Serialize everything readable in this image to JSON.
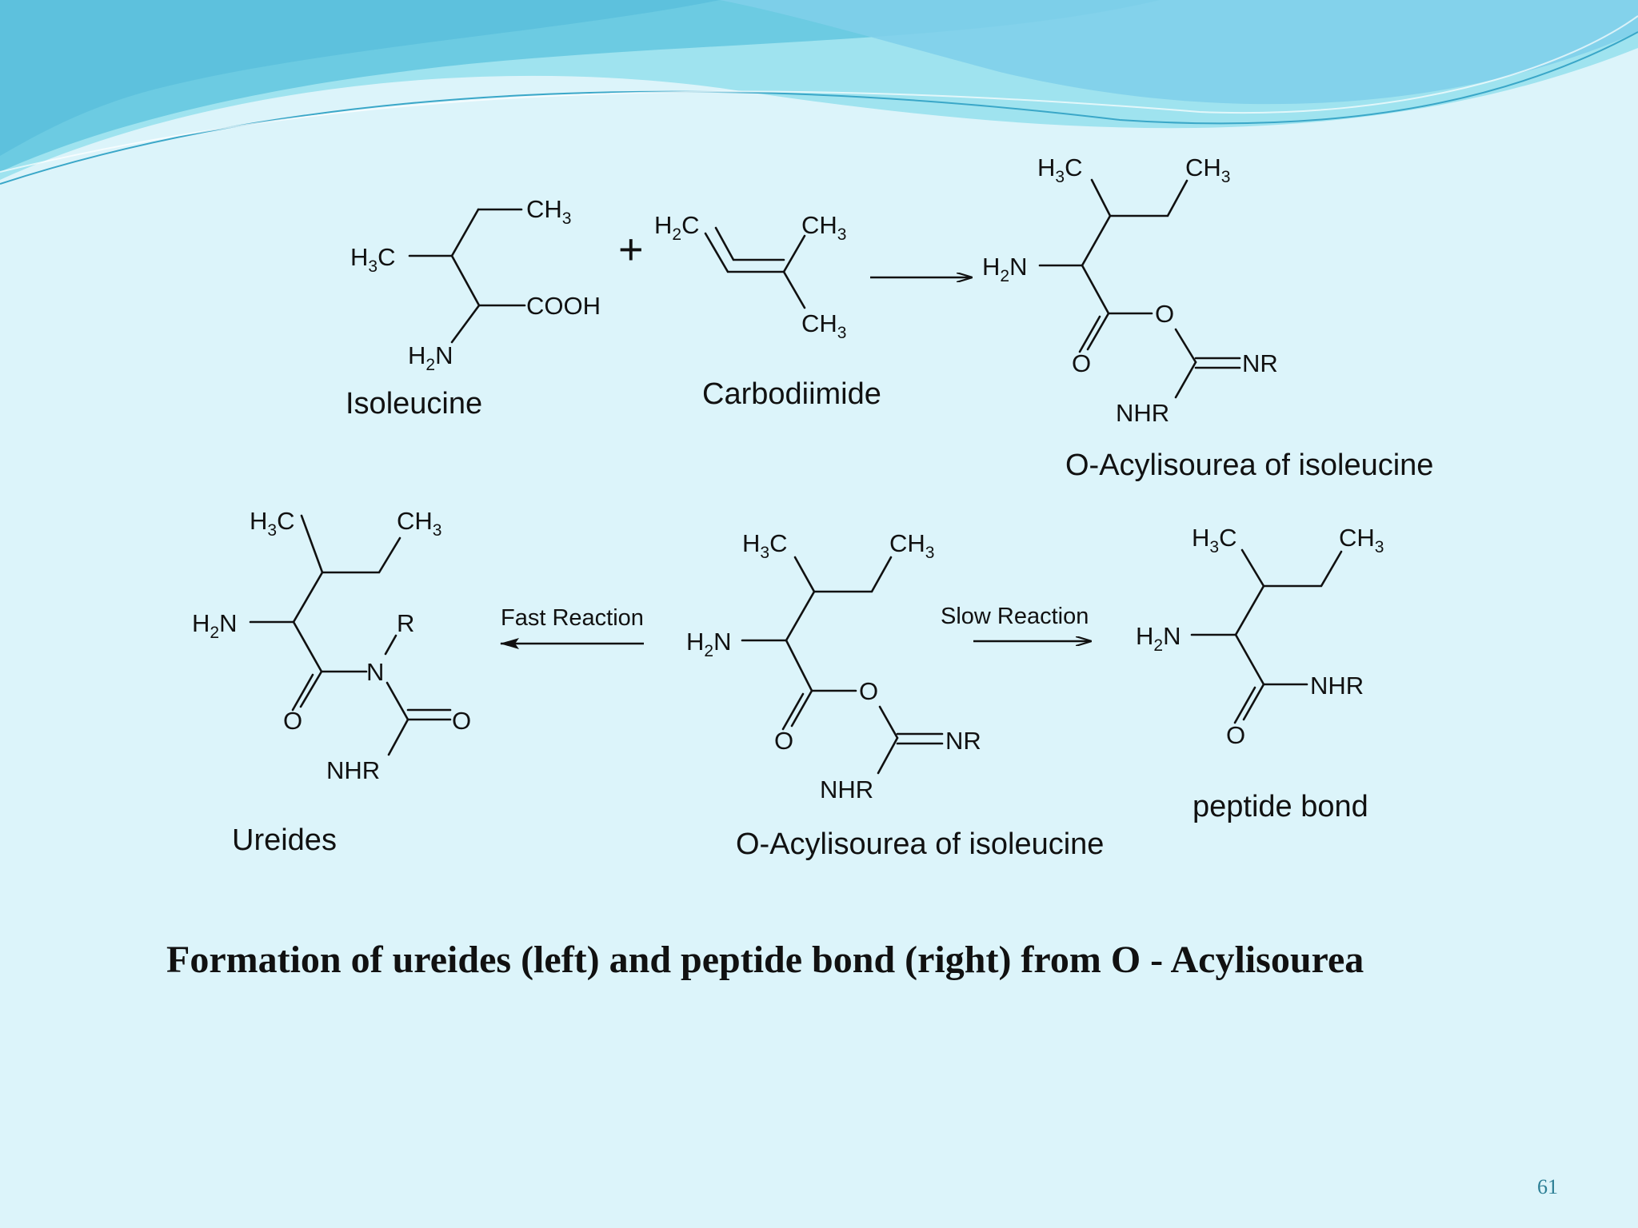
{
  "colors": {
    "background": "#dcf4fa",
    "wave_light": "#8fe0ee",
    "wave_mid": "#5cc9e2",
    "wave_dark": "#2ea9cf",
    "page_number": "#2d7f95"
  },
  "reaction": {
    "isoleucine": {
      "ch3": "CH",
      "ch3_sub": "3",
      "h3c": "H",
      "h3c_sub": "3",
      "h3c_c": "C",
      "cooh": "COOH",
      "h2n": "H",
      "h2n_sub": "2",
      "h2n_n": "N",
      "name": "Isoleucine"
    },
    "plus": "+",
    "carbodiimide": {
      "h2c": "H",
      "h2c_sub": "2",
      "h2c_c": "C",
      "ch3": "CH",
      "ch3_sub": "3",
      "name": "Carbodiimide"
    },
    "product_top": {
      "h3c": "H",
      "h3c_sub": "3",
      "h3c_c": "C",
      "ch3": "CH",
      "ch3_sub": "3",
      "h2n": "H",
      "h2n_sub": "2",
      "h2n_n": "N",
      "o_ester": "O",
      "o_carbonyl": "O",
      "nr": "NR",
      "nhr": "NHR",
      "name": "O-Acylisourea of isoleucine"
    },
    "ureides": {
      "h3c": "H",
      "h3c_sub": "3",
      "h3c_c": "C",
      "ch3": "CH",
      "ch3_sub": "3",
      "h2n": "H",
      "h2n_sub": "2",
      "h2n_n": "N",
      "r": "R",
      "n": "N",
      "o1": "O",
      "o2": "O",
      "nhr": "NHR",
      "name": "Ureides"
    },
    "arrow_fast": "Fast Reaction",
    "center": {
      "h3c": "H",
      "h3c_sub": "3",
      "h3c_c": "C",
      "ch3": "CH",
      "ch3_sub": "3",
      "h2n": "H",
      "h2n_sub": "2",
      "h2n_n": "N",
      "o_ester": "O",
      "o_carbonyl": "O",
      "nr": "NR",
      "nhr": "NHR",
      "name": "O-Acylisourea of isoleucine"
    },
    "arrow_slow": "Slow Reaction",
    "peptide": {
      "h3c": "H",
      "h3c_sub": "3",
      "h3c_c": "C",
      "ch3": "CH",
      "ch3_sub": "3",
      "h2n": "H",
      "h2n_sub": "2",
      "h2n_n": "N",
      "nhr": "NHR",
      "o": "O",
      "name": "peptide bond"
    }
  },
  "caption": "Formation of ureides (left) and peptide bond (right) from O - Acylisourea",
  "page_number": "61"
}
